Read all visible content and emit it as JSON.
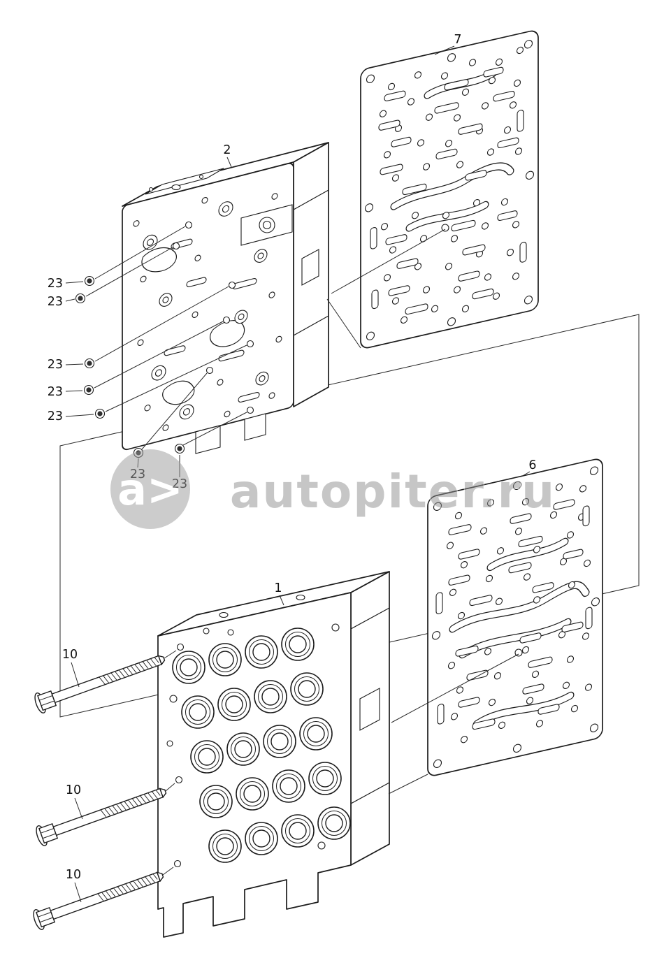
{
  "watermark": {
    "logo": "a>",
    "site": "autopiter.ru"
  },
  "callouts": {
    "plate7": "7",
    "body2": "2",
    "plate6": "6",
    "body1": "1",
    "bolts": [
      "10",
      "10",
      "10"
    ],
    "screws": [
      "23",
      "23",
      "23",
      "23",
      "23",
      "23",
      "23"
    ]
  }
}
